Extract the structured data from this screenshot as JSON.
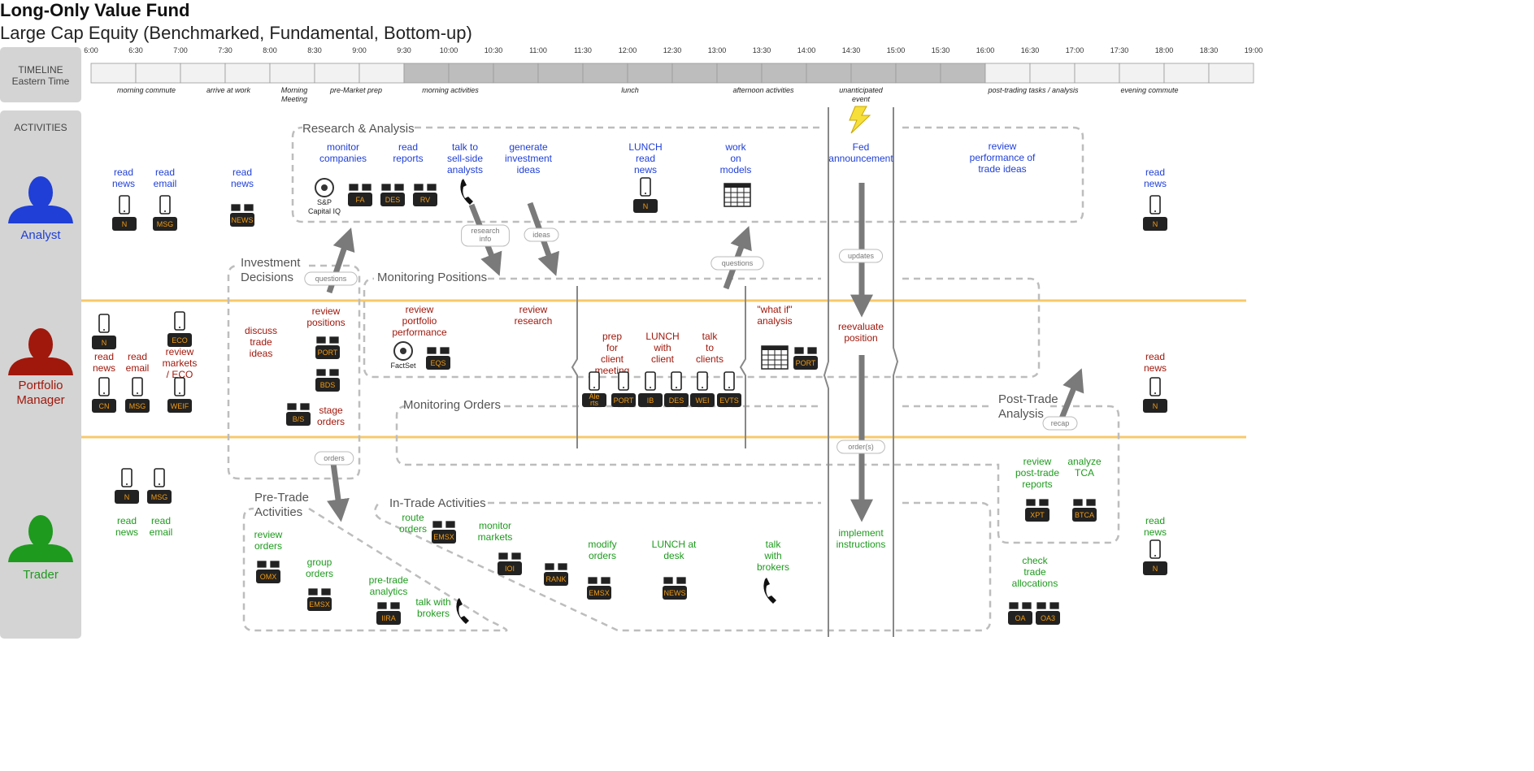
{
  "header": {
    "title": "Long-Only Value Fund",
    "subtitle": "Large Cap Equity (Benchmarked, Fundamental, Bottom-up)"
  },
  "colors": {
    "analyst": "#1f3fd6",
    "portfolio_manager": "#a0180c",
    "trader": "#1e9a1e",
    "lane_divider": "#f7c96a",
    "side_panel": "#d4d4d4",
    "terminal": "#222222",
    "terminal_text": "#f39c12",
    "arrow": "#7a7a7a",
    "timeline_active": "#bdbdbd",
    "timeline_inactive": "#f2f2f2"
  },
  "side": {
    "timeline_label": "TIMELINE",
    "timeline_sublabel": "Eastern Time",
    "activities_label": "ACTIVITIES"
  },
  "roles": {
    "analyst": "Analyst",
    "pm_line1": "Portfolio",
    "pm_line2": "Manager",
    "trader": "Trader"
  },
  "timeline": {
    "ticks": [
      "6:00",
      "6:30",
      "7:00",
      "7:30",
      "8:00",
      "8:30",
      "9:00",
      "9:30",
      "10:00",
      "10:30",
      "11:00",
      "11:30",
      "12:00",
      "12:30",
      "13:00",
      "13:30",
      "14:00",
      "14:30",
      "15:00",
      "15:30",
      "16:00",
      "16:30",
      "17:00",
      "17:30",
      "18:00",
      "18:30",
      "19:00"
    ],
    "active_range": [
      "9:30",
      "16:00"
    ],
    "phases": [
      {
        "label": "morning commute"
      },
      {
        "label": "arrive at work"
      },
      {
        "label": "Morning Meeting"
      },
      {
        "label": "pre-Market prep"
      },
      {
        "label": "morning activities"
      },
      {
        "label": "lunch"
      },
      {
        "label": "afternoon activities"
      },
      {
        "label": "unanticipated event"
      },
      {
        "label": "post-trading tasks / analysis"
      },
      {
        "label": "evening commute"
      }
    ]
  },
  "groups": {
    "research": "Research & Analysis",
    "investment": "Investment Decisions",
    "monitoring_positions": "Monitoring Positions",
    "monitoring_orders": "Monitoring Orders",
    "post_trade": "Post-Trade Analysis",
    "pre_trade": "Pre-Trade Activities",
    "in_trade": "In-Trade Activities"
  },
  "flows": [
    {
      "label": "questions"
    },
    {
      "label": "research info"
    },
    {
      "label": "ideas"
    },
    {
      "label": "questions"
    },
    {
      "label": "updates"
    },
    {
      "label": "orders"
    },
    {
      "label": "order(s)"
    },
    {
      "label": "recap"
    }
  ],
  "tasks": {
    "analyst": [
      {
        "label": "read news"
      },
      {
        "label": "read email"
      },
      {
        "label": "read news"
      },
      {
        "label": "monitor companies"
      },
      {
        "label": "read reports"
      },
      {
        "label": "talk to sell-side analysts"
      },
      {
        "label": "generate investment ideas"
      },
      {
        "label": "LUNCH read news"
      },
      {
        "label": "work on models"
      },
      {
        "label": "Fed announcement"
      },
      {
        "label": "review performance of trade ideas"
      },
      {
        "label": "read news"
      }
    ],
    "pm": [
      {
        "label": "read news"
      },
      {
        "label": "read email"
      },
      {
        "label": "review markets / ECO"
      },
      {
        "label": "discuss trade ideas"
      },
      {
        "label": "review positions"
      },
      {
        "label": "stage orders"
      },
      {
        "label": "review portfolio performance"
      },
      {
        "label": "review research"
      },
      {
        "label": "prep for client meeting"
      },
      {
        "label": "LUNCH with client"
      },
      {
        "label": "talk to clients"
      },
      {
        "label": "\"what if\" analysis"
      },
      {
        "label": "reevaluate position"
      },
      {
        "label": "read news"
      }
    ],
    "trader": [
      {
        "label": "read news"
      },
      {
        "label": "read email"
      },
      {
        "label": "review orders"
      },
      {
        "label": "group orders"
      },
      {
        "label": "pre-trade analytics"
      },
      {
        "label": "talk with brokers"
      },
      {
        "label": "route orders"
      },
      {
        "label": "monitor markets"
      },
      {
        "label": "modify orders"
      },
      {
        "label": "LUNCH at desk"
      },
      {
        "label": "talk with brokers"
      },
      {
        "label": "implement instructions"
      },
      {
        "label": "review post-trade reports"
      },
      {
        "label": "analyze TCA"
      },
      {
        "label": "check trade allocations"
      },
      {
        "label": "read news"
      }
    ]
  },
  "tools": {
    "analyst": [
      {
        "label": "N"
      },
      {
        "label": "MSG"
      },
      {
        "label": "NEWS"
      },
      {
        "label": "S&P"
      },
      {
        "label": "Capital IQ"
      },
      {
        "label": "FA"
      },
      {
        "label": "DES"
      },
      {
        "label": "RV"
      },
      {
        "label": "N"
      },
      {
        "label": "N"
      }
    ],
    "pm": [
      {
        "label": "N"
      },
      {
        "label": "ECO"
      },
      {
        "label": "CN"
      },
      {
        "label": "MSG"
      },
      {
        "label": "WEIF"
      },
      {
        "label": "PORT"
      },
      {
        "label": "BDS"
      },
      {
        "label": "B/S"
      },
      {
        "label": "FactSet"
      },
      {
        "label": "EQS"
      },
      {
        "label": "Alerts"
      },
      {
        "label": "PORT"
      },
      {
        "label": "IB"
      },
      {
        "label": "DES"
      },
      {
        "label": "WEI"
      },
      {
        "label": "EVTS"
      },
      {
        "label": "PORT"
      },
      {
        "label": "N"
      }
    ],
    "trader": [
      {
        "label": "N"
      },
      {
        "label": "MSG"
      },
      {
        "label": "OMX"
      },
      {
        "label": "EMSX"
      },
      {
        "label": "IIRA"
      },
      {
        "label": "EMSX"
      },
      {
        "label": "IOI"
      },
      {
        "label": "RANK"
      },
      {
        "label": "EMSX"
      },
      {
        "label": "NEWS"
      },
      {
        "label": "XPT"
      },
      {
        "label": "BTCA"
      },
      {
        "label": "OA"
      },
      {
        "label": "OA3"
      },
      {
        "label": "N"
      }
    ]
  }
}
